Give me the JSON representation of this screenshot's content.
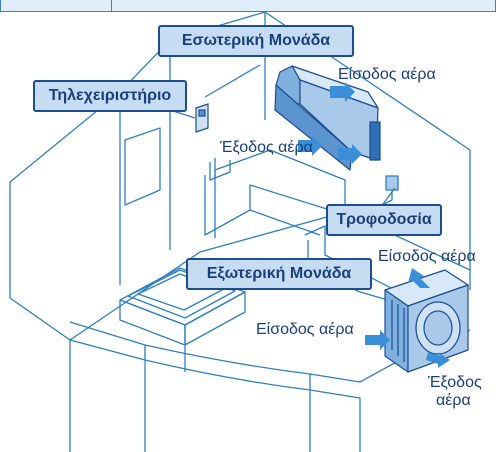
{
  "labels": {
    "indoor_unit": "Εσωτερική Μονάδα",
    "remote_control": "Τηλεχειριστήριο",
    "power_supply": "Τροφοδοσία",
    "outdoor_unit": "Εξωτερική Μονάδα"
  },
  "annotations": {
    "indoor_air_inlet": "Είσοδος αέρα",
    "indoor_air_outlet": "Έξοδος αέρα",
    "outdoor_air_inlet_top": "Είσοδος αέρα",
    "outdoor_air_inlet_left": "Είσοδος αέρα",
    "outdoor_air_outlet_line1": "Έξοδος",
    "outdoor_air_outlet_line2": "αέρα"
  },
  "colors": {
    "label_fill": "#c6dcf2",
    "label_border": "#1c4d8f",
    "text": "#1a3f7a",
    "line": "#2f7fc1",
    "unit_fill": "#a9c9ea",
    "arrow": "#3b8fd9"
  }
}
